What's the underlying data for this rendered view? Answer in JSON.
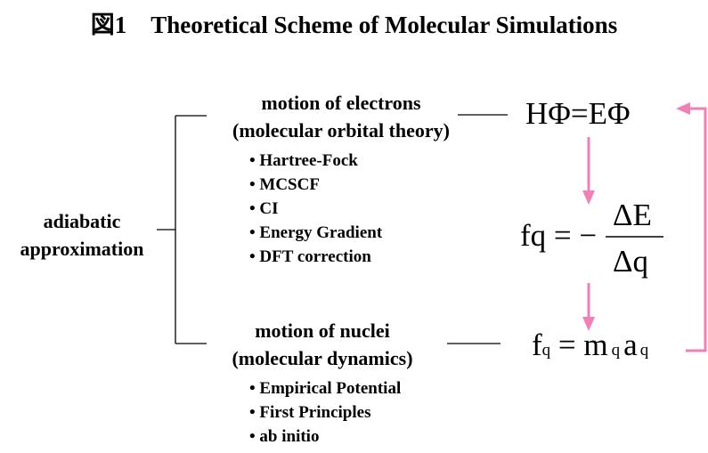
{
  "title": "図1　Theoretical Scheme of Molecular Simulations",
  "root": {
    "line1": "adiabatic",
    "line2": "approximation"
  },
  "electrons": {
    "heading1": "motion of electrons",
    "heading2": "(molecular orbital theory)",
    "methods": [
      "Hartree-Fock",
      "MCSCF",
      "CI",
      "Energy Gradient",
      "DFT correction"
    ]
  },
  "nuclei": {
    "heading1": "motion of nuclei",
    "heading2": "(molecular dynamics)",
    "methods": [
      "Empirical Potential",
      "First Principles",
      "ab initio"
    ]
  },
  "equations": {
    "schrodinger": "HΦ=EΦ",
    "force_lhs": "fq = −",
    "force_num": "ΔE",
    "force_den": "Δq",
    "newton": {
      "f": "f",
      "f_sub": "q",
      "eq": " = ",
      "m": "m",
      "m_sub": "q",
      "a": "a",
      "a_sub": "q"
    }
  },
  "colors": {
    "arrow": "#f27fb6",
    "text": "#000000",
    "background": "#ffffff"
  }
}
